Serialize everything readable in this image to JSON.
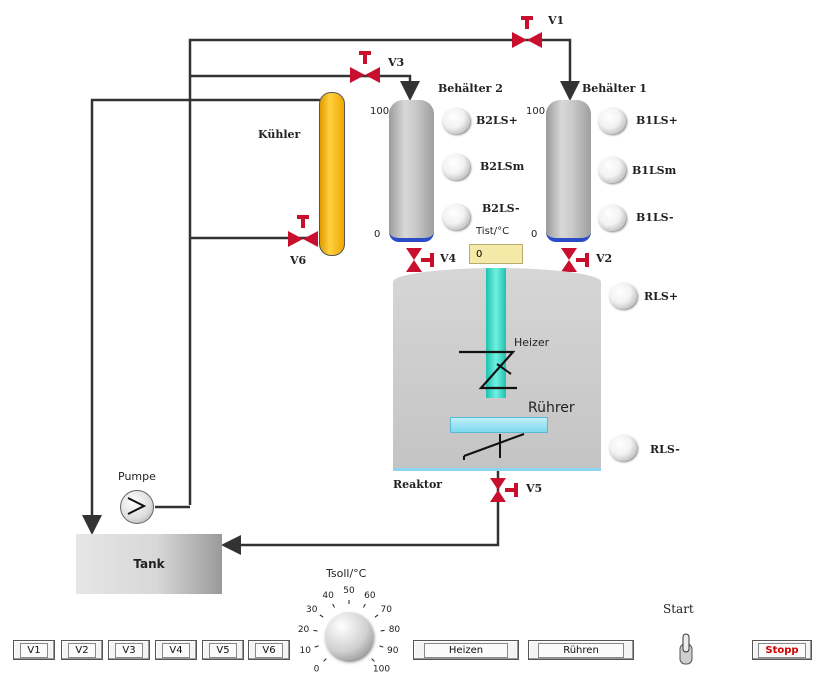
{
  "valves": {
    "v1": "V1",
    "v2": "V2",
    "v3": "V3",
    "v4": "V4",
    "v5": "V5",
    "v6": "V6"
  },
  "labels": {
    "behaelter2": "Behälter 2",
    "behaelter1": "Behälter 1",
    "kuehler": "Kühler",
    "pumpe": "Pumpe",
    "tank": "Tank",
    "reaktor": "Reaktor",
    "heizer": "Heizer",
    "ruehrer": "Rührer",
    "tist": "Tist/°C",
    "tsoll": "Tsoll/°C",
    "start": "Start"
  },
  "tank_scales": {
    "b2_max": "100",
    "b2_min": "0",
    "b1_max": "100",
    "b1_min": "0"
  },
  "sensors": {
    "b2ls_plus": "B2LS+",
    "b2ls_m": "B2LSm",
    "b2ls_minus": "B2LS-",
    "b1ls_plus": "B1LS+",
    "b1ls_m": "B1LSm",
    "b1ls_minus": "B1LS-",
    "rls_plus": "RLS+",
    "rls_minus": "RLS-"
  },
  "tist_value": "0",
  "knob": {
    "scale": [
      "0",
      "10",
      "20",
      "30",
      "40",
      "50",
      "60",
      "70",
      "80",
      "90",
      "100"
    ]
  },
  "buttons": {
    "v1": "V1",
    "v2": "V2",
    "v3": "V3",
    "v4": "V4",
    "v5": "V5",
    "v6": "V6",
    "heizen": "Heizen",
    "ruehren": "Rühren",
    "stopp": "Stopp"
  },
  "colors": {
    "valve": "#c8102e",
    "kuehler": "#f5b800",
    "heizer": "#40e0c8",
    "ruehrer": "#8fe0f0",
    "stopp_text": "#d00000",
    "tist_display": "#f5e9a8"
  }
}
